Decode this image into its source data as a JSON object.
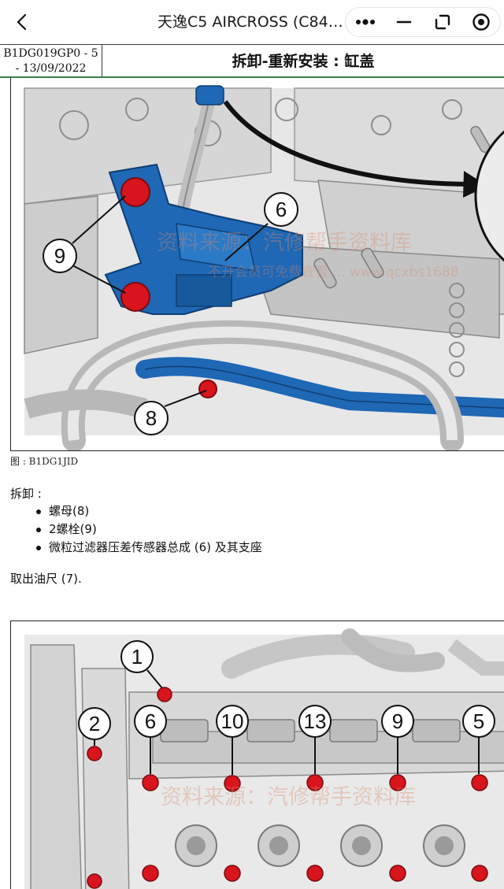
{
  "navbar": {
    "title": "天逸C5 AIRCROSS (C84) -…",
    "back_icon": "chevron-left-icon",
    "capsule_icons": [
      "more-dots-icon",
      "minimize-icon",
      "restore-icon",
      "close-target-icon"
    ]
  },
  "doc_header": {
    "ref_line1": "B1DG019GP0 - 5",
    "ref_line2": "- 13/09/2022",
    "title": "拆卸-重新安装 : 缸盖"
  },
  "figure1": {
    "callouts": [
      "9",
      "6",
      "8"
    ],
    "watermark": "资料来源：汽修帮手资料库",
    "watermark_sub": "不开会员可免费查看 ... www.qcxbs1688",
    "caption": "图 : B1DG1JID"
  },
  "removal": {
    "heading": "拆卸 :",
    "items": [
      "螺母(8)",
      "2螺栓(9)",
      "微粒过滤器压差传感器总成 (6) 及其支座"
    ],
    "note": "取出油尺 (7)."
  },
  "figure2": {
    "callouts": [
      "1",
      "2",
      "6",
      "10",
      "13",
      "9",
      "5"
    ],
    "watermark": "资料来源：汽修帮手资料库"
  },
  "colors": {
    "accent_green": "#3c7d45",
    "bracket_blue": "#1e68b5",
    "bolt_red": "#d8141c"
  }
}
